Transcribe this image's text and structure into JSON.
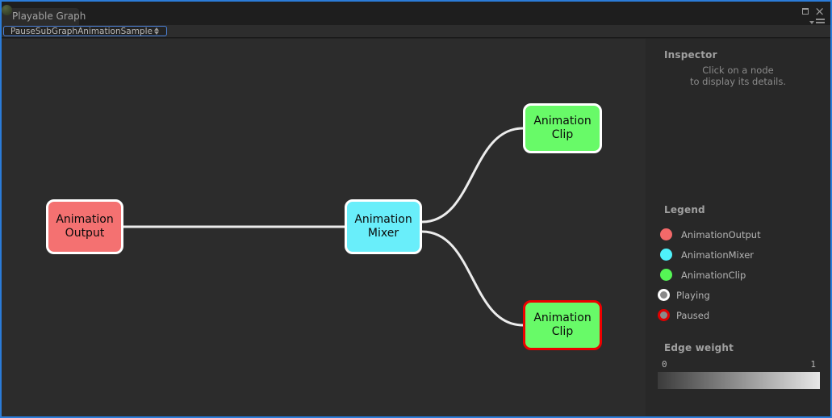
{
  "window": {
    "tab": "Playable Graph"
  },
  "toolbar": {
    "graph_selector": "PauseSubGraphAnimationSample"
  },
  "graph": {
    "nodes": [
      {
        "id": "animation-output",
        "label": "Animation Output",
        "color": "#f47171",
        "border": "#ffffff"
      },
      {
        "id": "animation-mixer",
        "label": "Animation Mixer",
        "color": "#69eefa",
        "border": "#ffffff"
      },
      {
        "id": "animation-clip-top",
        "label": "Animation Clip",
        "color": "#68fa68",
        "border": "#ffffff"
      },
      {
        "id": "animation-clip-bottom",
        "label": "Animation Clip",
        "color": "#68fa68",
        "border": "#ee0000"
      }
    ],
    "edges": [
      {
        "from": "animation-output",
        "to": "animation-mixer",
        "weight": 1
      },
      {
        "from": "animation-mixer",
        "to": "animation-clip-top",
        "weight": 1
      },
      {
        "from": "animation-mixer",
        "to": "animation-clip-bottom",
        "weight": 1
      }
    ]
  },
  "inspector": {
    "title": "Inspector",
    "hint_line1": "Click on a node",
    "hint_line2": "to display its details."
  },
  "legend": {
    "title": "Legend",
    "items": [
      {
        "label": "AnimationOutput",
        "color": "#f36969",
        "ring": ""
      },
      {
        "label": "AnimationMixer",
        "color": "#4ff2fb",
        "ring": ""
      },
      {
        "label": "AnimationClip",
        "color": "#55f655",
        "ring": ""
      },
      {
        "label": "Playing",
        "color": "#8a8a8a",
        "ring": "#ffffff"
      },
      {
        "label": "Paused",
        "color": "#8a8a8a",
        "ring": "#e00000"
      }
    ]
  },
  "edge_weight": {
    "title": "Edge weight",
    "min_label": "0",
    "max_label": "1",
    "gradient_from": "#3b3b3b",
    "gradient_to": "#e6e6e6"
  },
  "colors": {
    "window_border": "#2b7cd9",
    "graph_background": "#2c2c2c",
    "panel_background": "#282828",
    "edge_stroke": "#ececec"
  }
}
